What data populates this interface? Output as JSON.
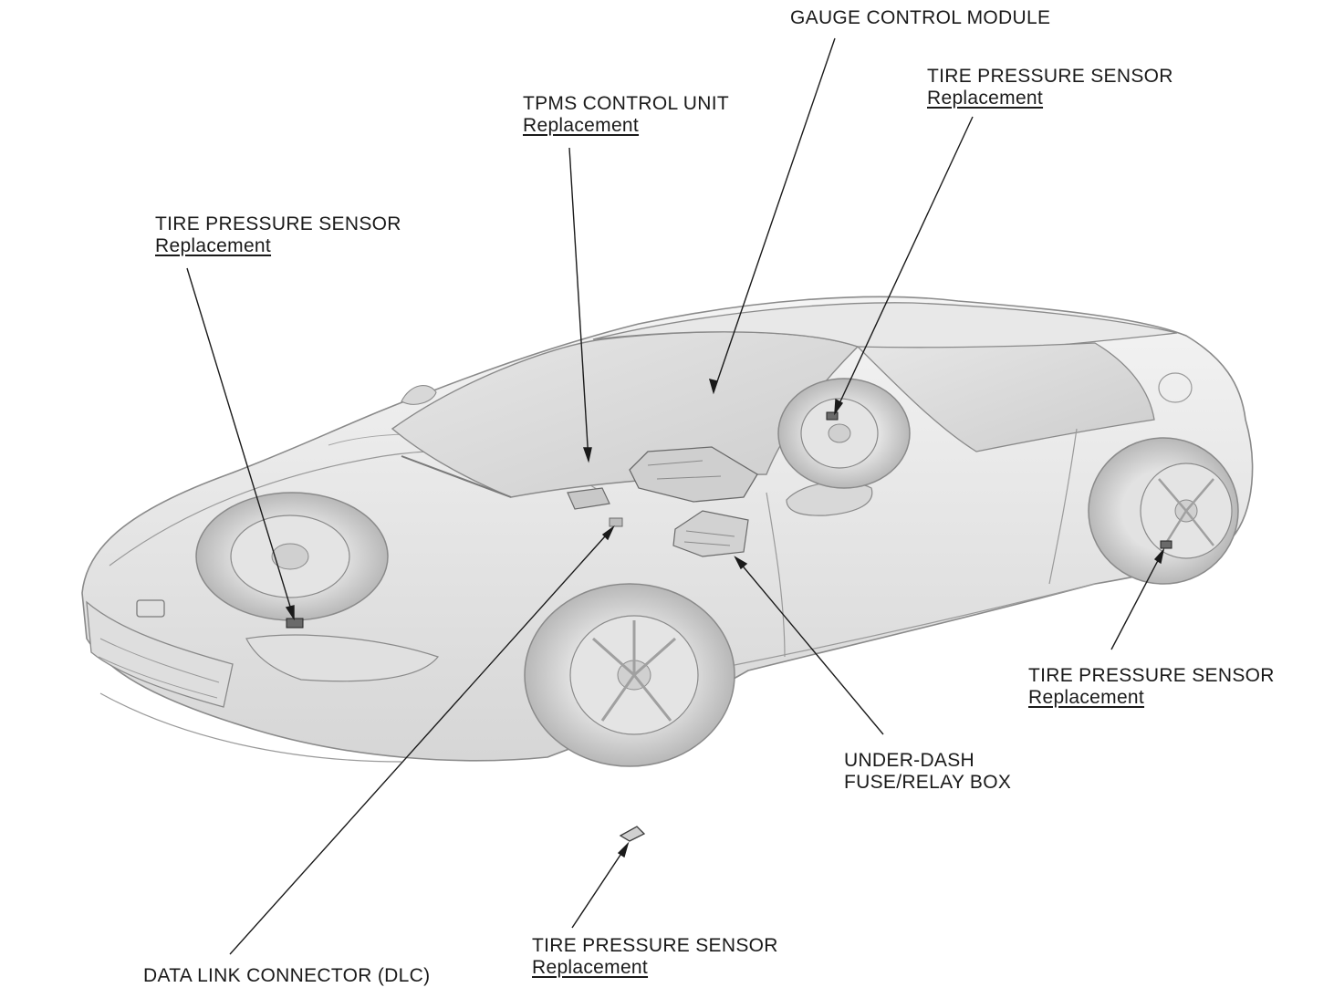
{
  "callouts": {
    "gauge_control_module": {
      "title": "GAUGE CONTROL MODULE"
    },
    "tpms_control_unit": {
      "title": "TPMS CONTROL UNIT",
      "link": "Replacement"
    },
    "tire_pressure_sensor_rear_left": {
      "title": "TIRE PRESSURE SENSOR",
      "link": "Replacement"
    },
    "tire_pressure_sensor_front_left": {
      "title": "TIRE PRESSURE SENSOR",
      "link": "Replacement"
    },
    "tire_pressure_sensor_rear_right": {
      "title": "TIRE PRESSURE SENSOR",
      "link": "Replacement"
    },
    "tire_pressure_sensor_spare": {
      "title": "TIRE PRESSURE SENSOR",
      "link": "Replacement"
    },
    "under_dash_fuse_relay_box": {
      "title_line1": "UNDER-DASH",
      "title_line2": "FUSE/RELAY BOX"
    },
    "data_link_connector": {
      "title": "DATA LINK CONNECTOR (DLC)"
    }
  },
  "colors": {
    "body": "#ececec",
    "body_shadow": "#cfcfcf",
    "glass": "#dcdcdc",
    "tire": "#c4c4c4",
    "rim": "#e4e4e4",
    "outline": "#8a8a8a",
    "leader": "#1a1a1a"
  }
}
